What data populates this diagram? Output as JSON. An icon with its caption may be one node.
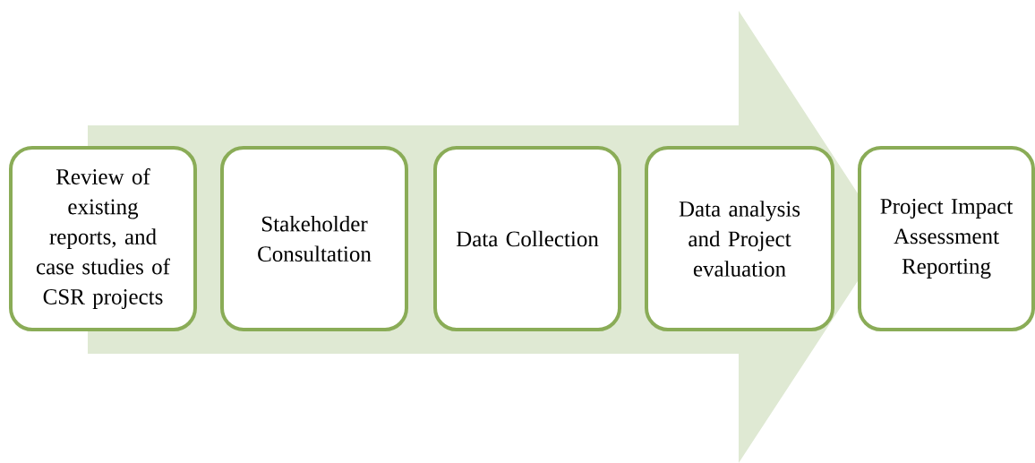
{
  "diagram": {
    "nodes": [
      {
        "text": [
          "Review of existing reports, and case studies of CSR projects"
        ]
      },
      {
        "text": [
          "Stakeholder Consultation"
        ]
      },
      {
        "text": [
          "Data Collection"
        ]
      },
      {
        "text": [
          "Data analysis and Project evaluation"
        ]
      },
      {
        "text": [
          "Project Impact Assessment Reporting"
        ]
      }
    ],
    "edges": [
      {
        "from": 0,
        "to": 4,
        "arrow": "to"
      }
    ]
  }
}
